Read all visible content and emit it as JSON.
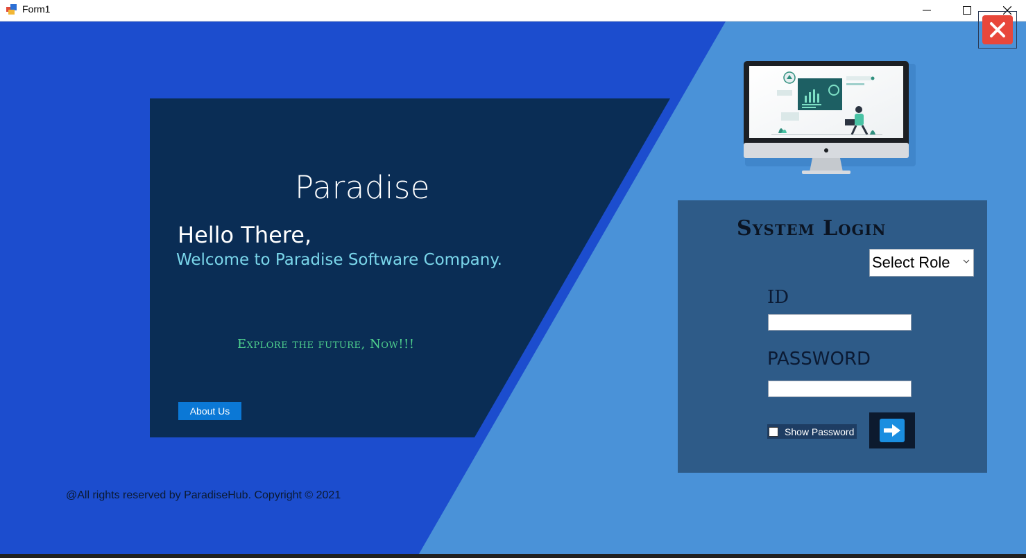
{
  "window": {
    "title": "Form1"
  },
  "colors": {
    "background_dark_blue": "#1c4dce",
    "background_light_blue": "#4a92d8",
    "welcome_panel": "#0a2d55",
    "login_panel": "#2e5b88",
    "accent_button": "#0b78d6",
    "close_button": "#e8473b",
    "welcome_text": "#7ad6ea",
    "tagline": "#4fd08e"
  },
  "welcome": {
    "brand": "Paradise",
    "greeting": "Hello There,",
    "message": "Welcome to Paradise Software Company.",
    "tagline": "Explore the future, Now!!!",
    "about_button": "About Us"
  },
  "footer": {
    "copyright": "@All rights reserved by ParadiseHub. Copyright © 2021"
  },
  "login": {
    "title": "System Login",
    "role_select": {
      "selected": "Select Role"
    },
    "id_label": "ID",
    "id_value": "",
    "password_label": "PASSWORD",
    "password_value": "",
    "show_password_label": "Show Password",
    "show_password_checked": false
  },
  "icons": {
    "close": "close-icon",
    "submit": "arrow-right-icon",
    "illustration": "monitor-dashboard-illustration"
  }
}
